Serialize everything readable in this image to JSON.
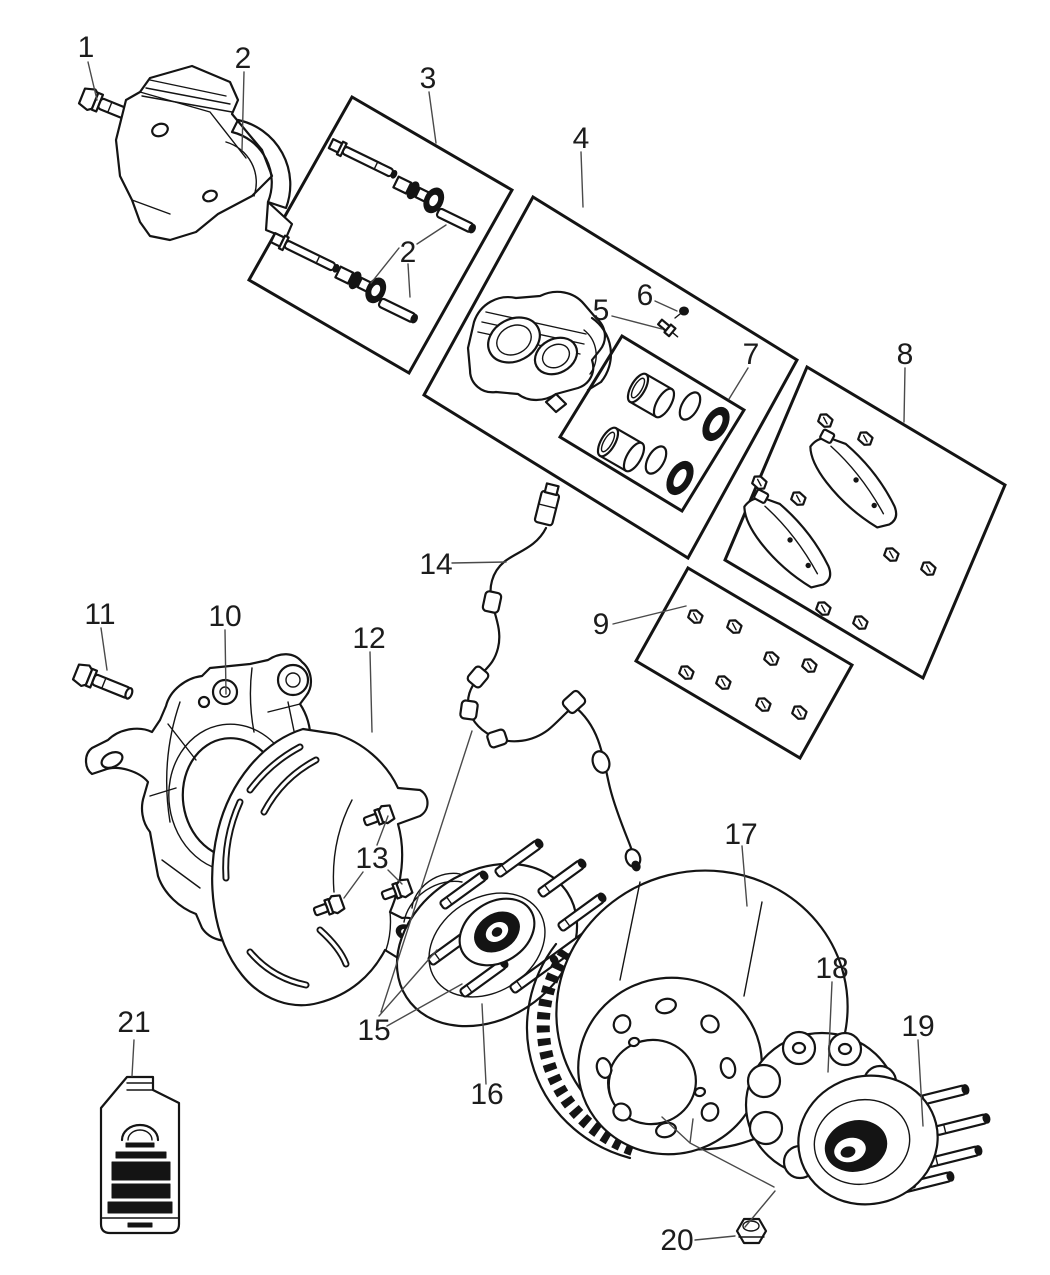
{
  "diagram": {
    "kind": "exploded-parts-line-art",
    "background": "#ffffff",
    "line_color": "#141414",
    "leader_color": "#4a4a4a"
  },
  "callouts": {
    "c1": "1",
    "c2": "2",
    "c2_inner": "2",
    "c3": "3",
    "c4": "4",
    "c5": "5",
    "c6": "6",
    "c7": "7",
    "c8": "8",
    "c9": "9",
    "c10": "10",
    "c11": "11",
    "c12": "12",
    "c13": "13",
    "c14": "14",
    "c15": "15",
    "c16": "16",
    "c17": "17",
    "c18": "18",
    "c19": "19",
    "c20": "20",
    "c21": "21"
  }
}
